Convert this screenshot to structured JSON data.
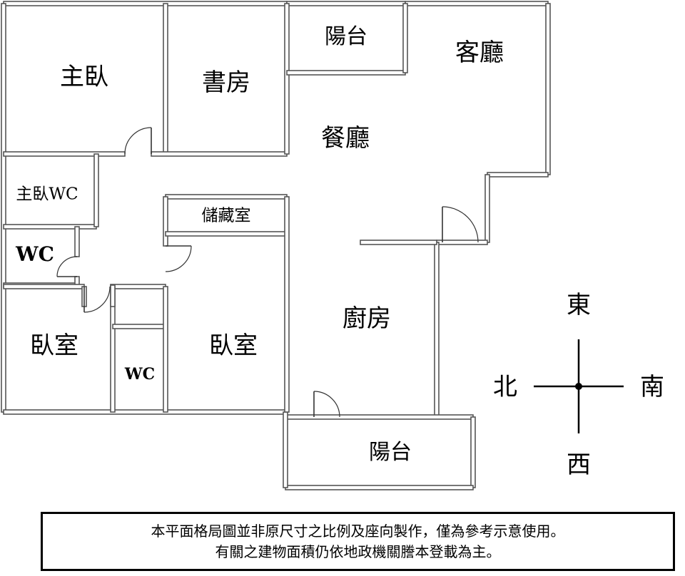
{
  "rooms": {
    "master_bedroom": "主臥",
    "study": "書房",
    "balcony_top": "陽台",
    "living_room": "客廳",
    "dining_room": "餐廳",
    "master_wc": "主臥WC",
    "storage": "儲藏室",
    "wc_left": "WC",
    "kitchen": "廚房",
    "bedroom_left": "臥室",
    "bedroom_middle": "臥室",
    "wc_small": "WC",
    "balcony_bottom": "陽台"
  },
  "compass": {
    "top": "東",
    "bottom": "西",
    "left": "北",
    "right": "南"
  },
  "disclaimer": {
    "line1": "本平面格局圖並非原尺寸之比例及座向製作，僅為參考示意使用。",
    "line2": "有關之建物面積仍依地政機關謄本登載為主。"
  },
  "colors": {
    "wall_fill": "#ffffff",
    "wall_stroke": "#555555",
    "text": "#000000"
  }
}
